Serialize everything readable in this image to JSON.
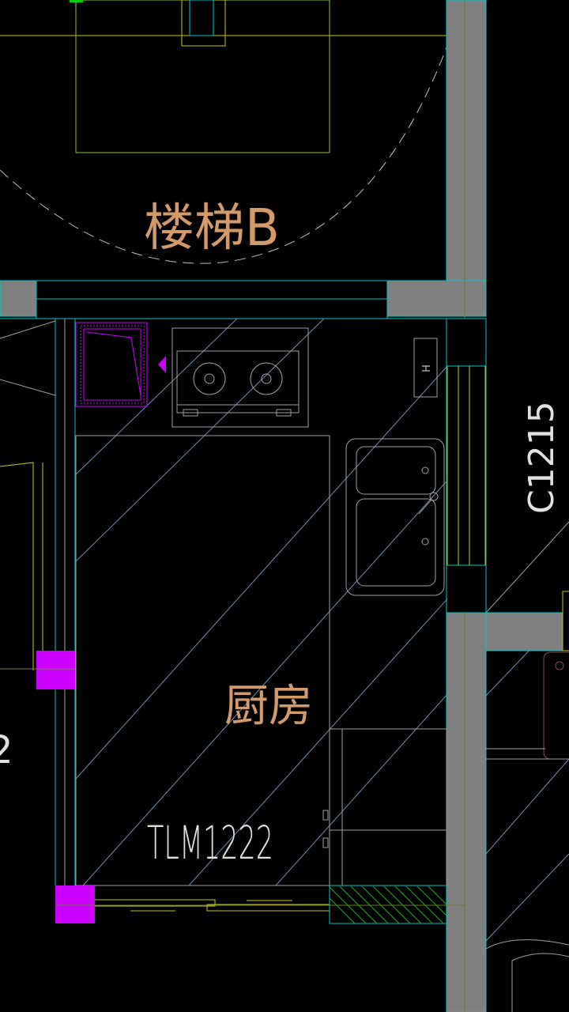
{
  "drawing": {
    "labels": {
      "stair": "楼梯B",
      "kitchen": "厨房",
      "door_tag": "TLM1222",
      "window_tag": "C1215",
      "range_hood_mark": "H",
      "left_partial_tag": "2"
    },
    "colors": {
      "background": "#000000",
      "wall_fill": "#808080",
      "wall_outline": "#00c8c8",
      "furniture": "#a0a0a0",
      "hatch_line": "#6a8fb0",
      "room_label": "#d49a6a",
      "tag_text": "#e0e0e0",
      "column": "#cc00ff",
      "window_line": "#c8c800",
      "stair_line": "#a8c800",
      "balcony_hatch": "#00c000"
    }
  }
}
